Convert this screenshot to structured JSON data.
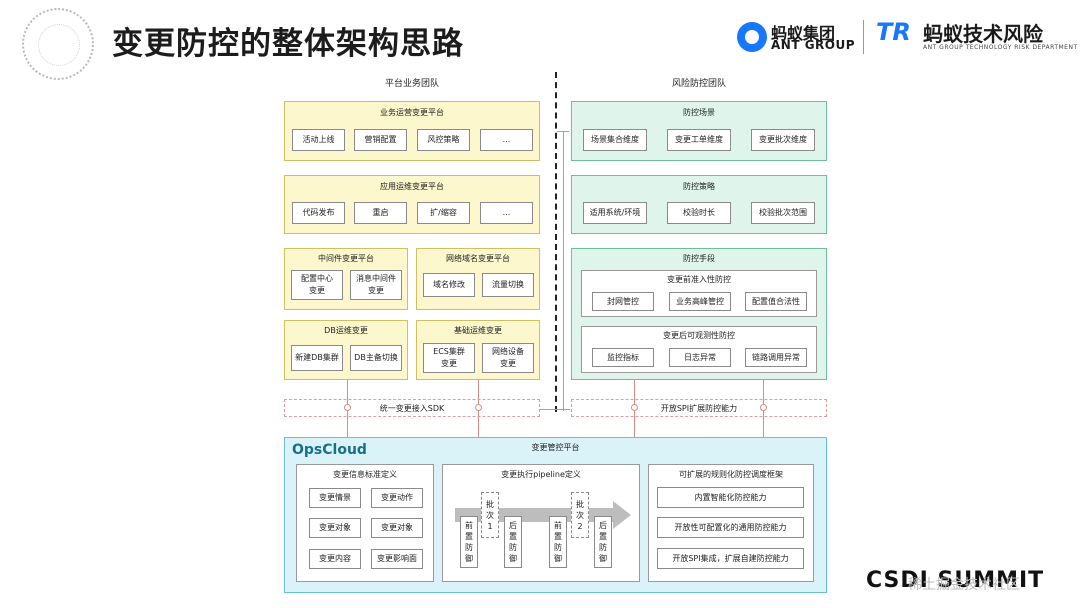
{
  "slide": {
    "title": "变更防控的整体架构思路",
    "logo_ant_cn": "蚂蚁集团",
    "logo_ant_en": "ANT GROUP",
    "logo_tr": "TR",
    "logo_tr_cn": "蚂蚁技术风险",
    "logo_tr_en": "ANT GROUP TECHNOLOGY RISK DEPARTMENT",
    "watermark": "CSDI SUMMIT",
    "watermark_sub": "稀土掘金技术社区"
  },
  "left": {
    "team": "平台业务团队",
    "biz_ops": {
      "title": "业务运营变更平台",
      "items": [
        "活动上线",
        "营销配置",
        "风控策略",
        "..."
      ]
    },
    "app_ops": {
      "title": "应用运维变更平台",
      "items": [
        "代码发布",
        "重启",
        "扩/缩容",
        "..."
      ]
    },
    "middleware": {
      "title": "中间件变更平台",
      "items": [
        "配置中心\n变更",
        "消息中间件\n变更"
      ]
    },
    "dns": {
      "title": "网络域名变更平台",
      "items": [
        "域名修改",
        "流量切换"
      ]
    },
    "db": {
      "title": "DB运维变更",
      "items": [
        "新建DB集群",
        "DB主备切换"
      ]
    },
    "infra": {
      "title": "基础运维变更",
      "items": [
        "ECS集群\n变更",
        "网络设备\n变更"
      ]
    },
    "sdk": "统一变更接入SDK"
  },
  "right": {
    "team": "风险防控团队",
    "scene": {
      "title": "防控场景",
      "items": [
        "场景集合维度",
        "变更工单维度",
        "变更批次维度"
      ]
    },
    "strategy": {
      "title": "防控策略",
      "items": [
        "适用系统/环境",
        "校验时长",
        "校验批次范围"
      ]
    },
    "means": {
      "title": "防控手段",
      "pre": {
        "title": "变更前准入性防控",
        "items": [
          "封网管控",
          "业务高峰管控",
          "配置值合法性"
        ]
      },
      "post": {
        "title": "变更后可观测性防控",
        "items": [
          "监控指标",
          "日志异常",
          "链路调用异常"
        ]
      }
    },
    "spi": "开放SPI扩展防控能力"
  },
  "bottom": {
    "opscloud": "OpsCloud",
    "title": "变更管控平台",
    "info": {
      "title": "变更信息标准定义",
      "items": [
        "变更情景",
        "变更动作",
        "变更对象",
        "变更对象",
        "变更内容",
        "变更影响面"
      ]
    },
    "pipeline": {
      "title": "变更执行pipeline定义",
      "batch1": "批\n次\n1",
      "batch2": "批\n次\n2",
      "pre1": "前\n置\n防\n御",
      "post1": "后\n置\n防\n御",
      "pre2": "前\n置\n防\n御",
      "post2": "后\n置\n防\n御"
    },
    "framework": {
      "title": "可扩展的规则化防控调度框架",
      "items": [
        "内置智能化防控能力",
        "开放性可配置化的通用防控能力",
        "开放SPI集成，扩展自建防控能力"
      ]
    }
  }
}
